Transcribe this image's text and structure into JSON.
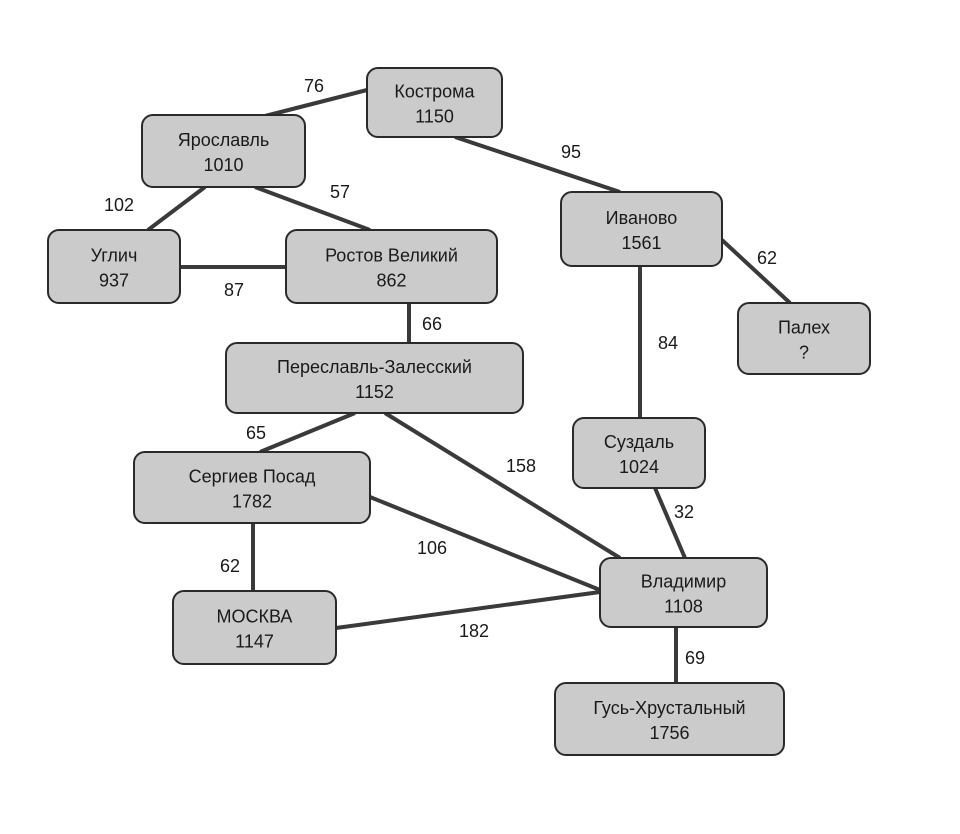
{
  "nodes": [
    {
      "id": "kostroma",
      "name": "Кострома",
      "value": "1150"
    },
    {
      "id": "yaroslavl",
      "name": "Ярославль",
      "value": "1010"
    },
    {
      "id": "uglich",
      "name": "Углич",
      "value": "937"
    },
    {
      "id": "rostov",
      "name": "Ростов Великий",
      "value": "862"
    },
    {
      "id": "pereslavl",
      "name": "Переславль-Залесский",
      "value": "1152"
    },
    {
      "id": "ivanovo",
      "name": "Иваново",
      "value": "1561"
    },
    {
      "id": "palekh",
      "name": "Палех",
      "value": "?"
    },
    {
      "id": "suzdal",
      "name": "Суздаль",
      "value": "1024"
    },
    {
      "id": "sergiev",
      "name": "Сергиев Посад",
      "value": "1782"
    },
    {
      "id": "vladimir",
      "name": "Владимир",
      "value": "1108"
    },
    {
      "id": "moskva",
      "name": "МОСКВА",
      "value": "1147"
    },
    {
      "id": "gus",
      "name": "Гусь-Хрустальный",
      "value": "1756"
    }
  ],
  "edges": [
    {
      "from": "yaroslavl",
      "to": "kostroma",
      "label": "76"
    },
    {
      "from": "kostroma",
      "to": "ivanovo",
      "label": "95"
    },
    {
      "from": "yaroslavl",
      "to": "uglich",
      "label": "102"
    },
    {
      "from": "yaroslavl",
      "to": "rostov",
      "label": "57"
    },
    {
      "from": "uglich",
      "to": "rostov",
      "label": "87"
    },
    {
      "from": "rostov",
      "to": "pereslavl",
      "label": "66"
    },
    {
      "from": "ivanovo",
      "to": "palekh",
      "label": "62"
    },
    {
      "from": "ivanovo",
      "to": "suzdal",
      "label": "84"
    },
    {
      "from": "pereslavl",
      "to": "sergiev",
      "label": "65"
    },
    {
      "from": "pereslavl",
      "to": "vladimir",
      "label": "158"
    },
    {
      "from": "suzdal",
      "to": "vladimir",
      "label": "32"
    },
    {
      "from": "sergiev",
      "to": "vladimir",
      "label": "106"
    },
    {
      "from": "sergiev",
      "to": "moskva",
      "label": "62"
    },
    {
      "from": "moskva",
      "to": "vladimir",
      "label": "182"
    },
    {
      "from": "vladimir",
      "to": "gus",
      "label": "69"
    }
  ]
}
